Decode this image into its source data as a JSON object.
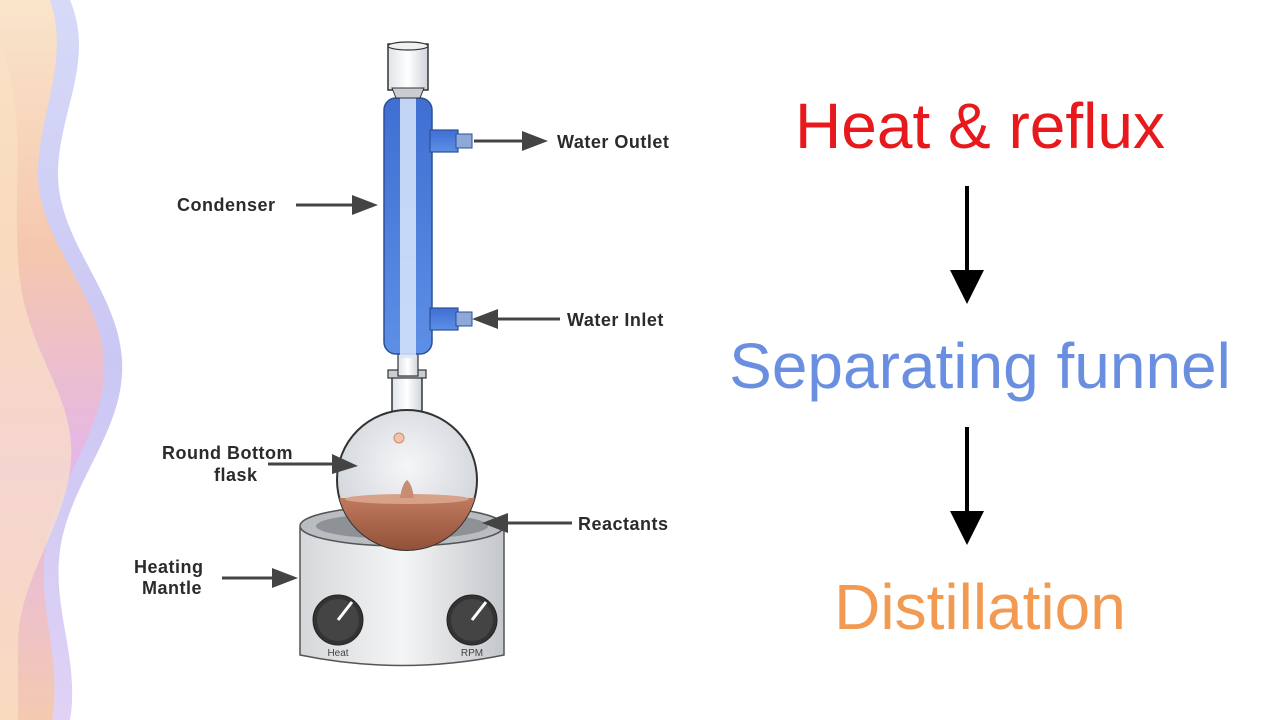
{
  "colors": {
    "step1": "#e8191c",
    "step2": "#6a8fe0",
    "step3": "#f39a52",
    "arrow": "#000000"
  },
  "diagram": {
    "labels": {
      "water_outlet": "Water Outlet",
      "condenser": "Condenser",
      "water_inlet": "Water Inlet",
      "flask_line1": "Round Bottom",
      "flask_line2": "flask",
      "reactants": "Reactants",
      "mantle_line1": "Heating",
      "mantle_line2": "Mantle"
    },
    "dials": {
      "heat": "Heat",
      "rpm": "RPM"
    }
  },
  "flow": {
    "steps": [
      {
        "label": "Heat & reflux"
      },
      {
        "label": "Separating funnel"
      },
      {
        "label": "Distillation"
      }
    ]
  }
}
